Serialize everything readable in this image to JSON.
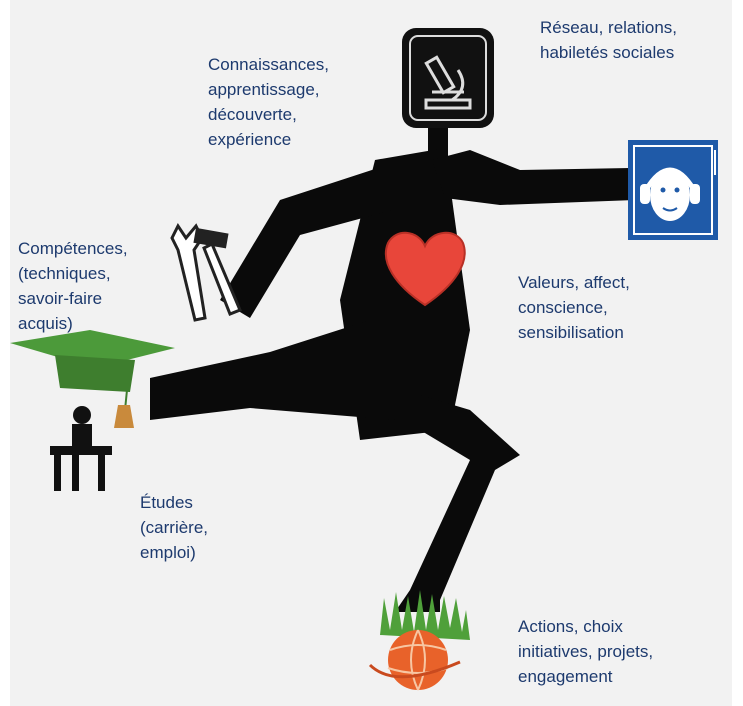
{
  "labels": {
    "knowledge": [
      "Connaissances,",
      "apprentissage,",
      "découverte,",
      "expérience"
    ],
    "network": [
      "Réseau, relations,",
      "habiletés sociales"
    ],
    "skills": [
      "Compétences,",
      "(techniques,",
      "savoir-faire",
      "acquis)"
    ],
    "values": [
      "Valeurs, affect,",
      "conscience,",
      "sensibilisation"
    ],
    "studies": [
      "Études",
      "(carrière,",
      "emploi)"
    ],
    "actions": [
      "Actions, choix",
      "initiatives, projets,",
      "engagement"
    ]
  },
  "icons": {
    "head": "microscope-icon",
    "hand": "headset-operator-icon",
    "heart": "heart-icon",
    "tools": "wrench-hammer-icon",
    "foot": "graduation-cap-desk-icon",
    "ground": "grass-globe-icon"
  },
  "colors": {
    "text": "#1d3a6e",
    "background": "#f2f2f2",
    "figure": "#0a0a0a",
    "heart": "#e8463a",
    "sign_blue": "#1f5aa8",
    "cap_green": "#4c9a3a",
    "globe_orange": "#e8622a"
  }
}
